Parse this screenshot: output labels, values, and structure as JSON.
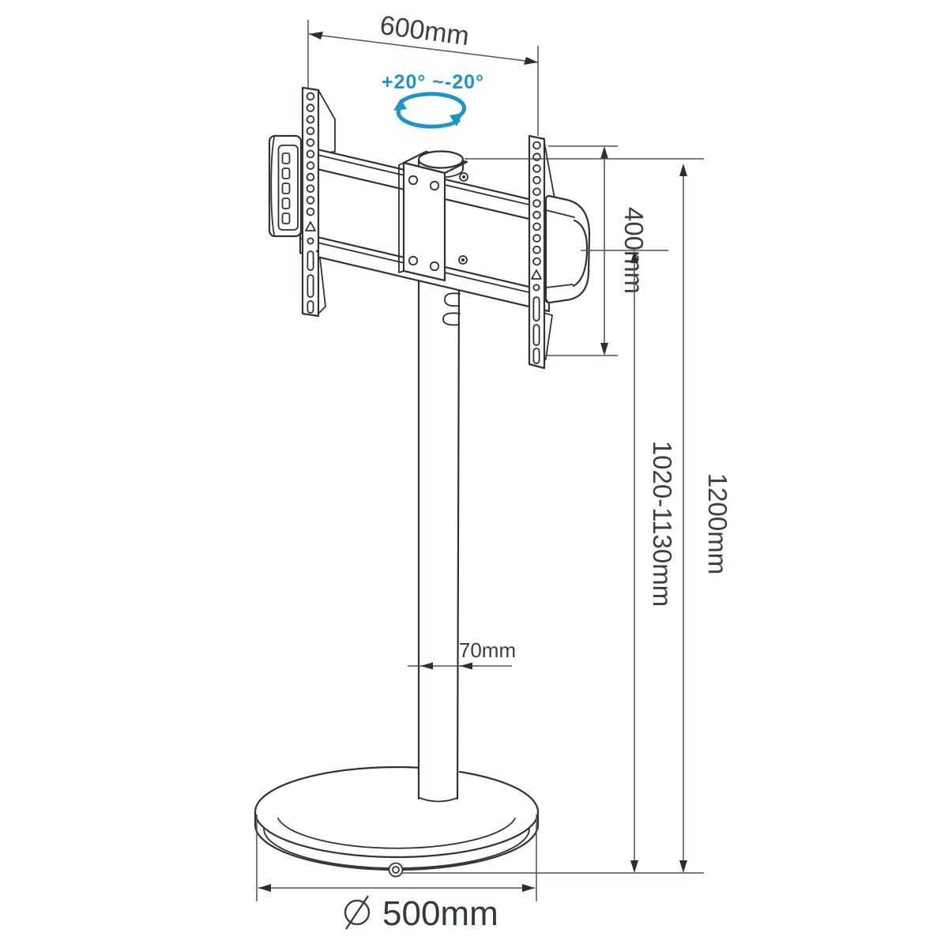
{
  "diagram": {
    "type": "technical-dimension-drawing",
    "subject": "TV floor stand with swivel bracket, telescopic column and round base",
    "annotations": {
      "top_width": "600mm",
      "swivel_range": "+20° ~-20°",
      "bracket_height": "400mm",
      "column_height_range": "1020-1130mm",
      "total_height": "1200mm",
      "pole_width": "70mm",
      "base_diameter": "500mm",
      "base_diameter_symbol": "⌀"
    },
    "colors": {
      "outline": "#2e3434",
      "dimension_lines": "#4c5253",
      "label_text": "#3a4041",
      "swivel_accent": "#1d95c9",
      "background": "#ffffff"
    }
  }
}
